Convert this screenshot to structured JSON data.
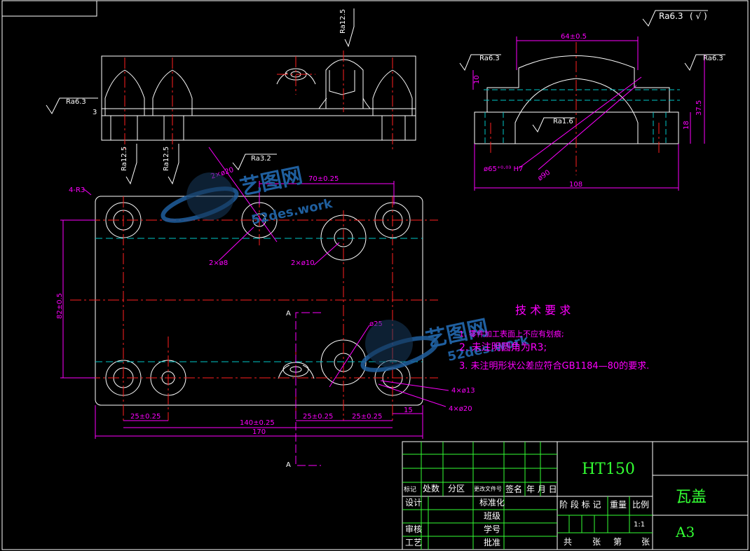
{
  "colors": {
    "background": "#000000",
    "outline": "#ffffff",
    "center": "#ff2020",
    "hidden": "#00c8c8",
    "dimension": "#ff00ff",
    "titleblock": "#33ff33"
  },
  "roughness": {
    "top_right": "Ra6.3",
    "top_right_suffix": "(  √  )",
    "front_mid": "Ra12.5",
    "front_left": "Ra6.3",
    "front_left_dim": "3",
    "leg_left": "Ra12.5",
    "leg_right": "Ra12.5",
    "plan_hole": "Ra3.2",
    "side_left": "Ra6.3",
    "side_right": "Ra6.3",
    "side_inner": "Ra1.6"
  },
  "side_view": {
    "width_top": "64±0.5",
    "height_small": "10",
    "height_total": "37.5",
    "height_mid": "18",
    "bore": "ø65⁺⁰·⁰³ H7",
    "arc": "ø90",
    "width": "108"
  },
  "plan_view": {
    "corner": "4-R3",
    "top_dim": "70±0.25",
    "hole8": "2×ø8",
    "hole20_top": "2×ø20",
    "hole10": "2×ø10",
    "height": "82±0.5",
    "hole25": "ø25",
    "hole13": "4×ø13",
    "hole20": "4×ø20",
    "section_top": "A",
    "section_bottom": "A",
    "dim_25a": "25±0.25",
    "dim_140": "140±0.25",
    "dim_25b": "25±0.25",
    "dim_25c": "25±0.25",
    "dim_15": "15",
    "dim_170": "170"
  },
  "notes": {
    "title": "技 术 要 求",
    "line1": "1. 零件加工表面上不应有划痕;",
    "line2": "2. 未注明圆角为R3;",
    "line3": "3. 未注明形状公差应符合GB1184—80的要求."
  },
  "watermark": {
    "name": "艺图网",
    "url": "52des.work"
  },
  "titleblock": {
    "material": "HT150",
    "part_name": "瓦盖",
    "size": "A3",
    "scale": "1:1",
    "h_mark": "标记",
    "h_count": "处数",
    "h_zone": "分区",
    "h_doc": "更改文件号",
    "h_sign": "签名",
    "h_date": "年 月 日",
    "design": "设计",
    "std": "标准化",
    "cls": "班级",
    "check": "审核",
    "num": "学号",
    "craft": "工艺",
    "approve": "批准",
    "stage": "阶 段 标 记",
    "weight": "重量",
    "ratio": "比例",
    "total": "共",
    "sheets": "张",
    "no": "第",
    "sheet": "张"
  }
}
